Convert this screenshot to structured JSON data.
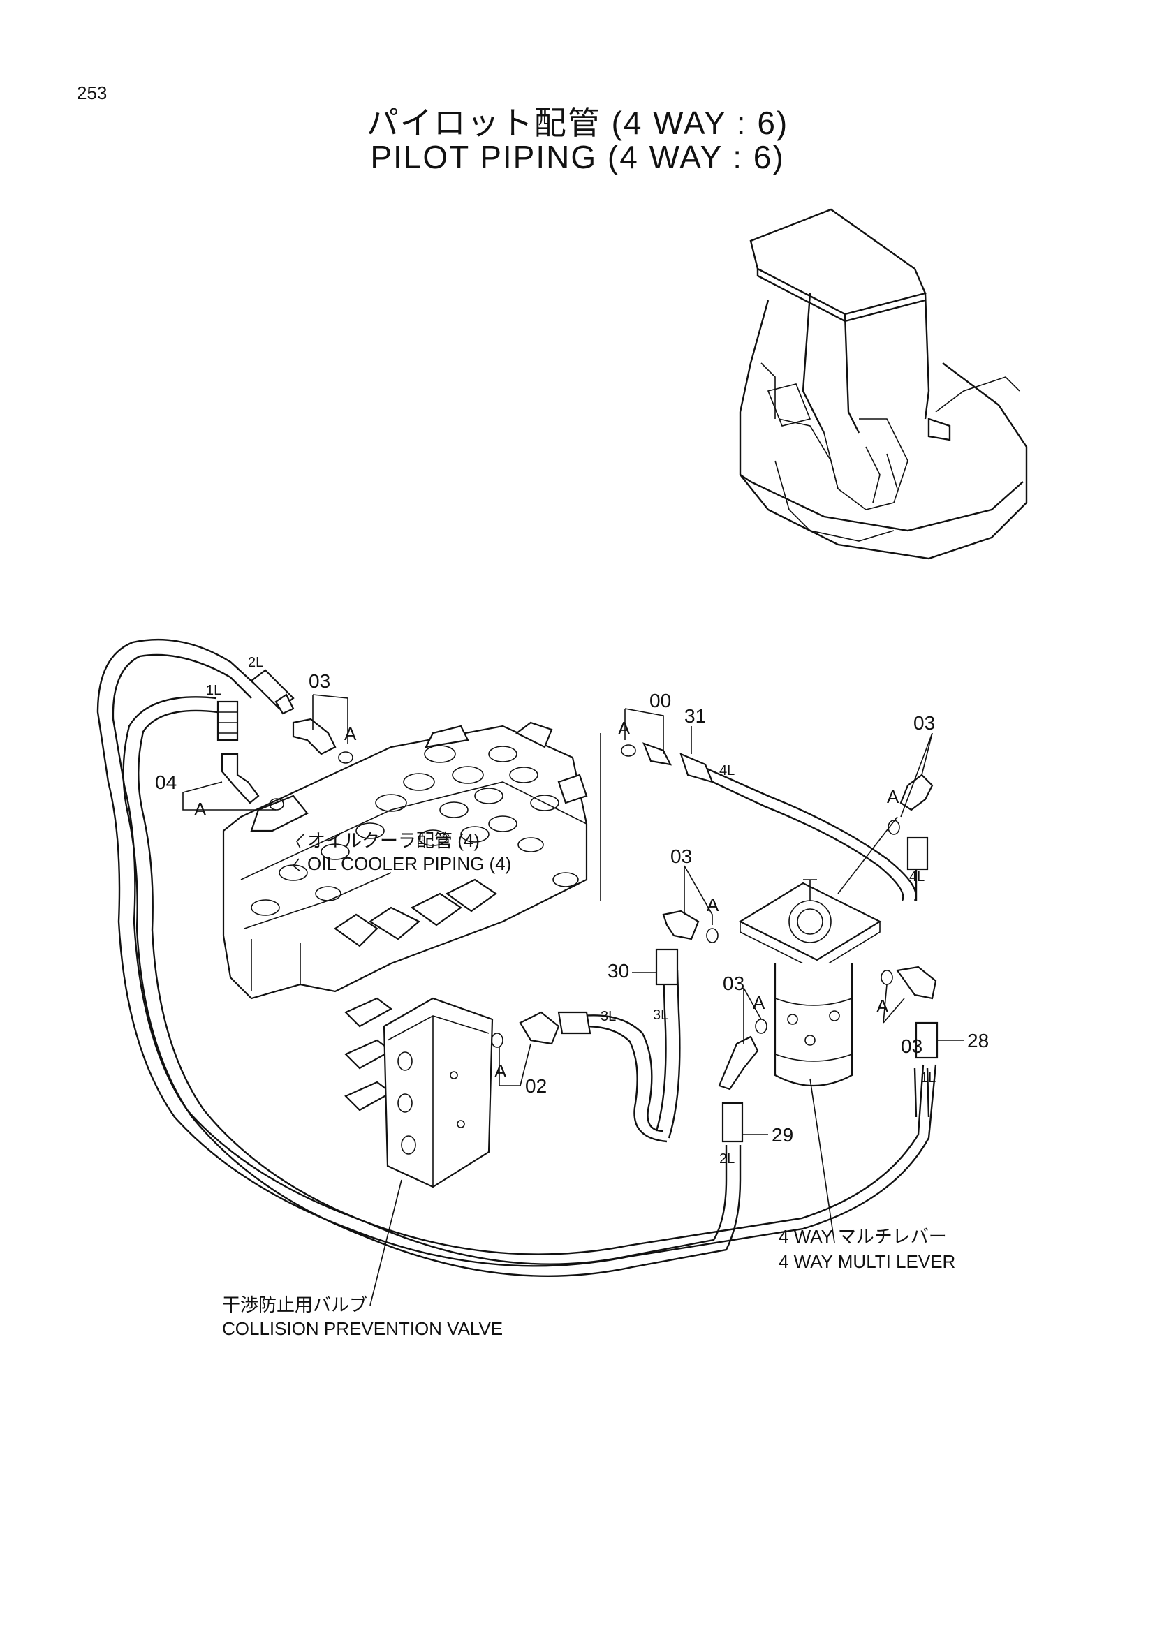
{
  "page_number": "253",
  "title_jp": "パイロット配管 (4 WAY : 6)",
  "title_en": "PILOT PIPING (4 WAY : 6)",
  "callouts": {
    "c03_top": "03",
    "c04": "04",
    "c00": "00",
    "c31": "31",
    "c03_right": "03",
    "c03_mid": "03",
    "c30": "30",
    "c03_lever": "03",
    "c02": "02",
    "c03_bottom_right": "03",
    "c28": "28",
    "c29": "29"
  },
  "marks": {
    "a1": "A",
    "a2": "A",
    "a3": "A",
    "a4": "A",
    "a5": "A",
    "a6": "A",
    "a7": "A",
    "a8": "A"
  },
  "hose_tags": {
    "h2L_top": "2L",
    "h1L_top": "1L",
    "h4L_a": "4L",
    "h4L_b": "4L",
    "h3L_a": "3L",
    "h3L_b": "3L",
    "h2L_bottom": "2L",
    "h1L_bottom": "1L"
  },
  "labels": {
    "oil_cooler_jp": "オイルクーラ配管 (4)",
    "oil_cooler_en": "OIL COOLER PIPING (4)",
    "multi_lever_jp": "4 WAY マルチレバー",
    "multi_lever_en": "4 WAY MULTI LEVER",
    "collision_jp": "干渉防止用バルブ",
    "collision_en": "COLLISION PREVENTION VALVE"
  }
}
